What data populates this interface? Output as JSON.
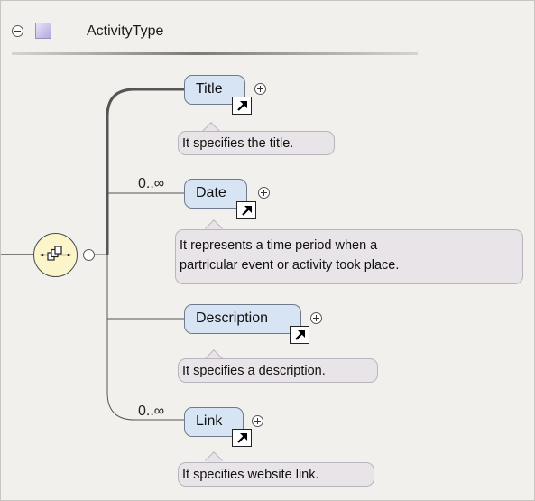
{
  "header": {
    "type_name": "ActivityType",
    "collapse_icon": "collapse-minus-icon",
    "type_icon": "complex-type-icon"
  },
  "sequence": {
    "icon": "sequence-compositor-icon",
    "collapse_icon": "collapse-minus-icon"
  },
  "elements": [
    {
      "name": "Title",
      "occurs": "",
      "doc": [
        "It specifies the title."
      ]
    },
    {
      "name": "Date",
      "occurs": "0..∞",
      "doc": [
        "It represents a time period when a",
        "partricular event or activity took place."
      ]
    },
    {
      "name": "Description",
      "occurs": "",
      "doc": [
        "It specifies a description."
      ]
    },
    {
      "name": "Link",
      "occurs": "0..∞",
      "doc": [
        "It specifies website link."
      ]
    }
  ],
  "colors": {
    "background": "#f1f0ed",
    "element_fill": "#d7e4f4",
    "doc_fill": "#e9e4e8",
    "sequence_fill": "#fbf5c9"
  }
}
